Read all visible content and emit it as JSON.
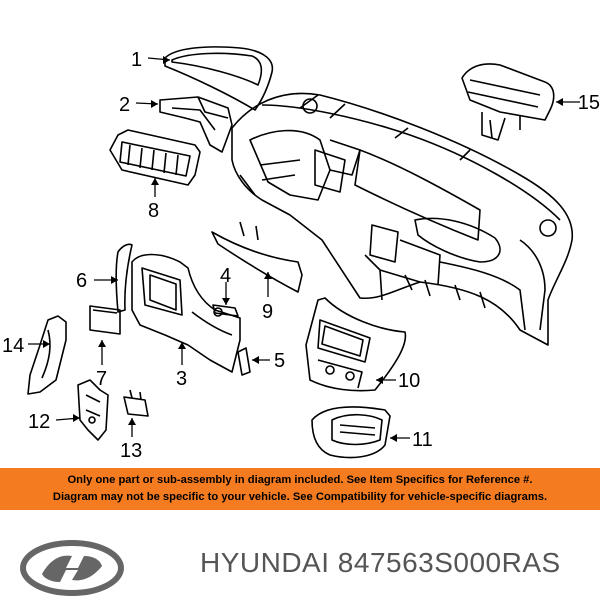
{
  "callouts": [
    "1",
    "2",
    "3",
    "4",
    "5",
    "6",
    "7",
    "8",
    "9",
    "10",
    "11",
    "12",
    "13",
    "14",
    "15"
  ],
  "notice": {
    "line1": "Only one part or sub-assembly in diagram included. See Item Specifics for Reference #.",
    "line2": "Diagram may not be specific to your vehicle. See Compatibility for vehicle-specific diagrams."
  },
  "footer": {
    "brand": "HYUNDAI",
    "part_number": "847563S000RAS"
  },
  "colors": {
    "banner": "#f47b20",
    "line": "#000000",
    "brand_text": "#555555"
  }
}
